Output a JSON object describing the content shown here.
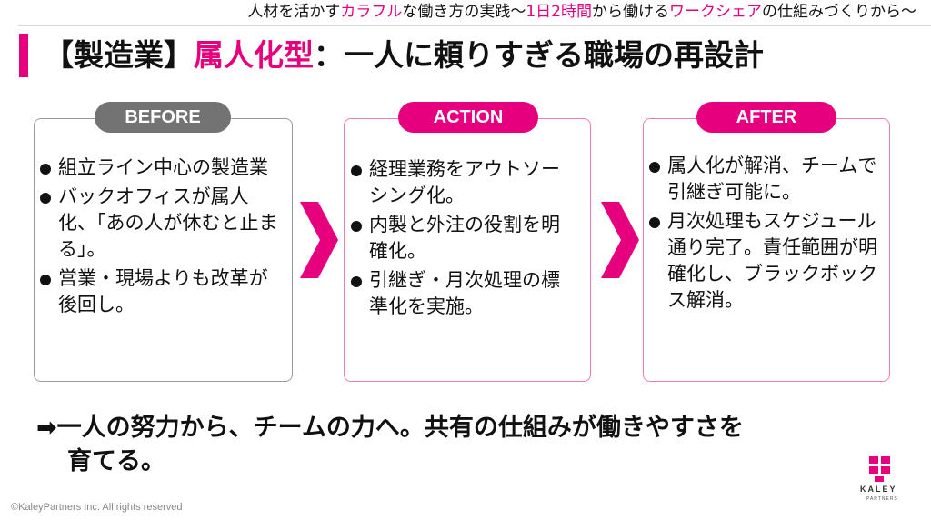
{
  "header": {
    "subtitle_parts": [
      {
        "text": "人材を活かす",
        "accent": false
      },
      {
        "text": "カラフル",
        "accent": true
      },
      {
        "text": "な働き方の実践～",
        "accent": false
      },
      {
        "text": "1日2時間",
        "accent": true
      },
      {
        "text": "から働ける",
        "accent": false
      },
      {
        "text": "ワークシェア",
        "accent": true
      },
      {
        "text": "の仕組みづくりから～",
        "accent": false
      }
    ]
  },
  "title": {
    "prefix": "【製造業】",
    "accent": "属人化型",
    "suffix": "：一人に頼りすぎる職場の再設計"
  },
  "cards": {
    "before": {
      "label": "BEFORE",
      "bullets": [
        "組立ライン中心の製造業",
        "バックオフィスが属人化、「あの人が休むと止まる」。",
        "営業・現場よりも改革が後回し。"
      ]
    },
    "action": {
      "label": "ACTION",
      "bullets": [
        "経理業務をアウトソーシング化。",
        "内製と外注の役割を明確化。",
        "引継ぎ・月次処理の標準化を実施。"
      ]
    },
    "after": {
      "label": "AFTER",
      "bullets": [
        "属人化が解消、チームで引継ぎ可能に。",
        "月次処理もスケジュール通り完了。責任範囲が明確化し、ブラックボックス解消。"
      ]
    }
  },
  "conclusion": {
    "arrow": "➡",
    "line1": "一人の努力から、チームの力へ。共有の仕組みが働きやすさを",
    "line2": "育てる。"
  },
  "logo": {
    "name": "KALEY",
    "sub": "PARTNERS"
  },
  "footer": {
    "copyright": "©KaleyPartners Inc. All rights reserved"
  },
  "colors": {
    "accent": "#e6007e",
    "before_pill": "#737373"
  }
}
